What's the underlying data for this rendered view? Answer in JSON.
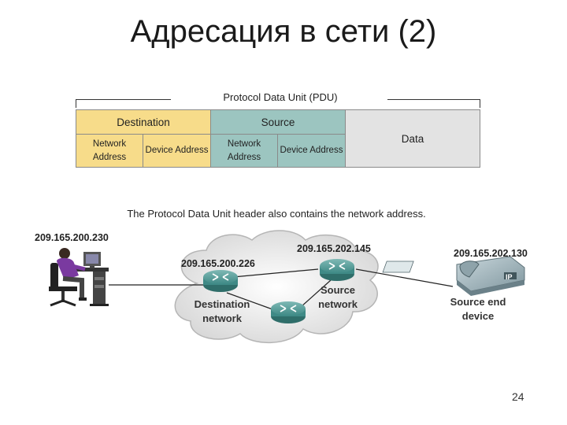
{
  "title": "Адресация в сети (2)",
  "pdu": {
    "caption": "Protocol Data Unit (PDU)",
    "destination": "Destination",
    "source": "Source",
    "data": "Data",
    "dest_network": "Network Address",
    "dest_device": "Device Address",
    "src_network": "Network Address",
    "src_device": "Device Address"
  },
  "note": "The Protocol Data Unit header also contains the network address.",
  "network": {
    "host_ip": "209.165.200.230",
    "dest_router_ip": "209.165.200.226",
    "src_router_ip": "209.165.202.145",
    "phone_ip": "209.165.202.130",
    "dest_network_label": "Destination network",
    "src_network_label": "Source network",
    "src_device_label": "Source end device",
    "phone_badge": "IP"
  },
  "page_number": "24",
  "colors": {
    "destination": "#f7dc8a",
    "source": "#9cc5c0",
    "data": "#e3e3e3",
    "router": "#3f8a86"
  }
}
